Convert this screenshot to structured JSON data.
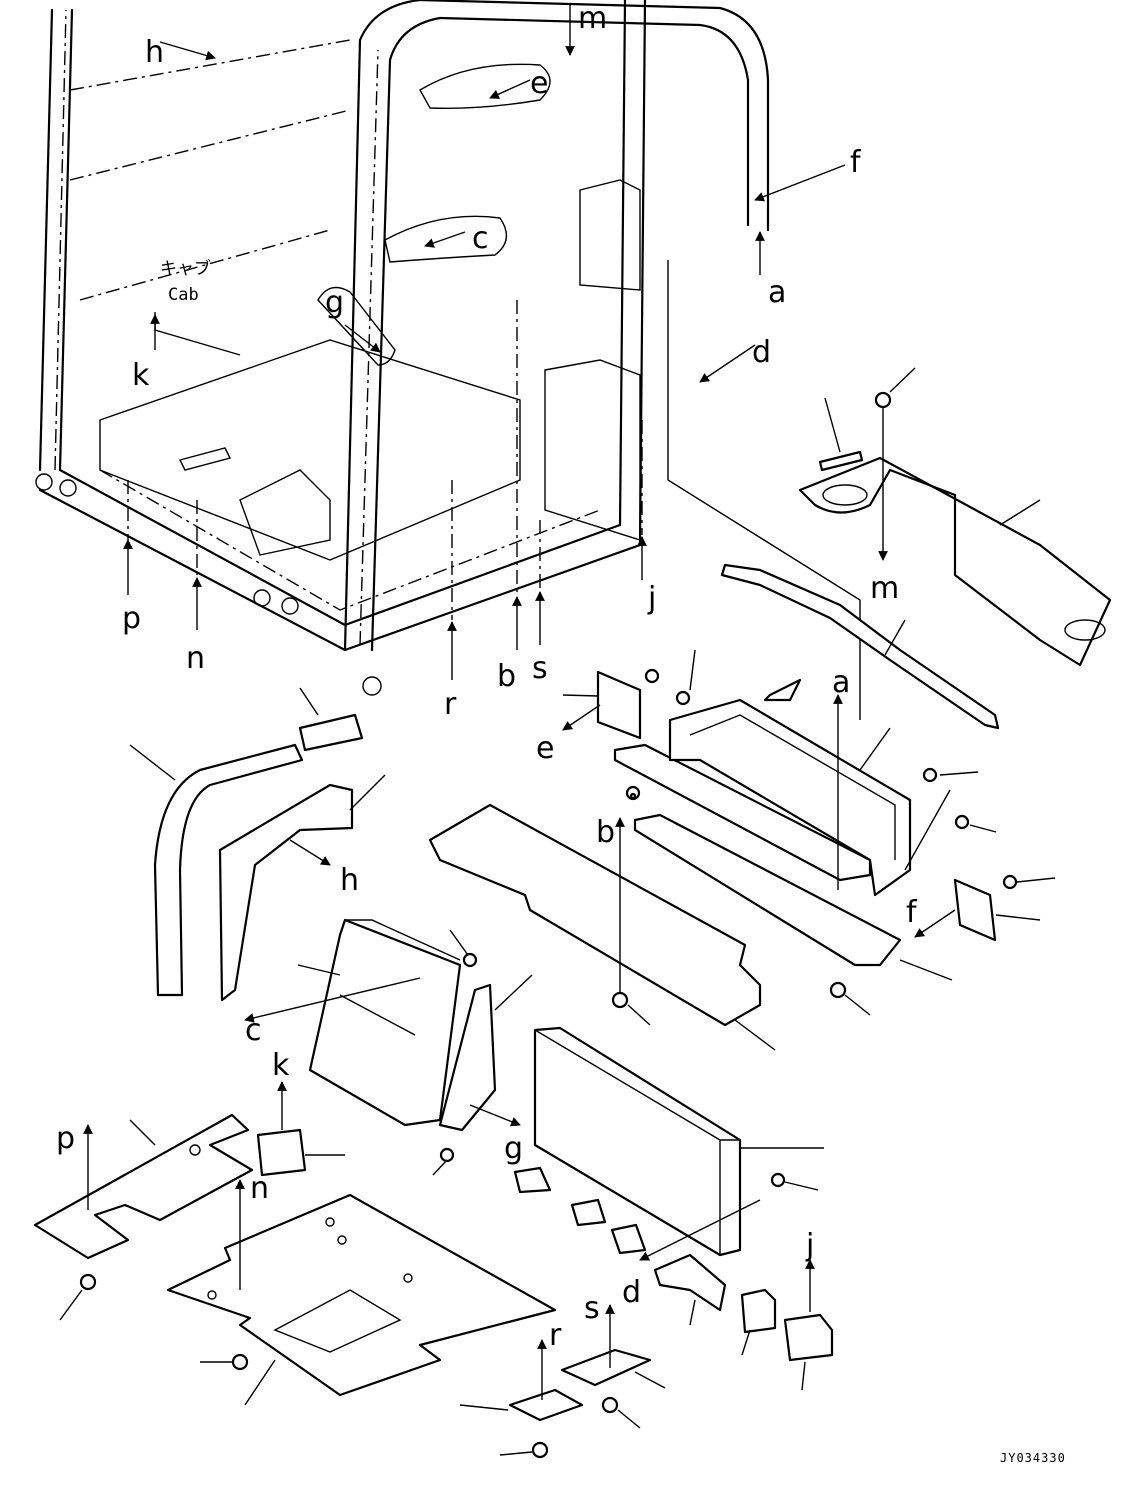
{
  "cab_label_jp": "キャブ",
  "cab_label_en": "Cab",
  "drawing_code": "JY034330",
  "reference_letters": {
    "a": "a",
    "b": "b",
    "c": "c",
    "d": "d",
    "e": "e",
    "f": "f",
    "g": "g",
    "h": "h",
    "j": "j",
    "k": "k",
    "m": "m",
    "n": "n",
    "p": "p",
    "r": "r",
    "s": "s"
  }
}
